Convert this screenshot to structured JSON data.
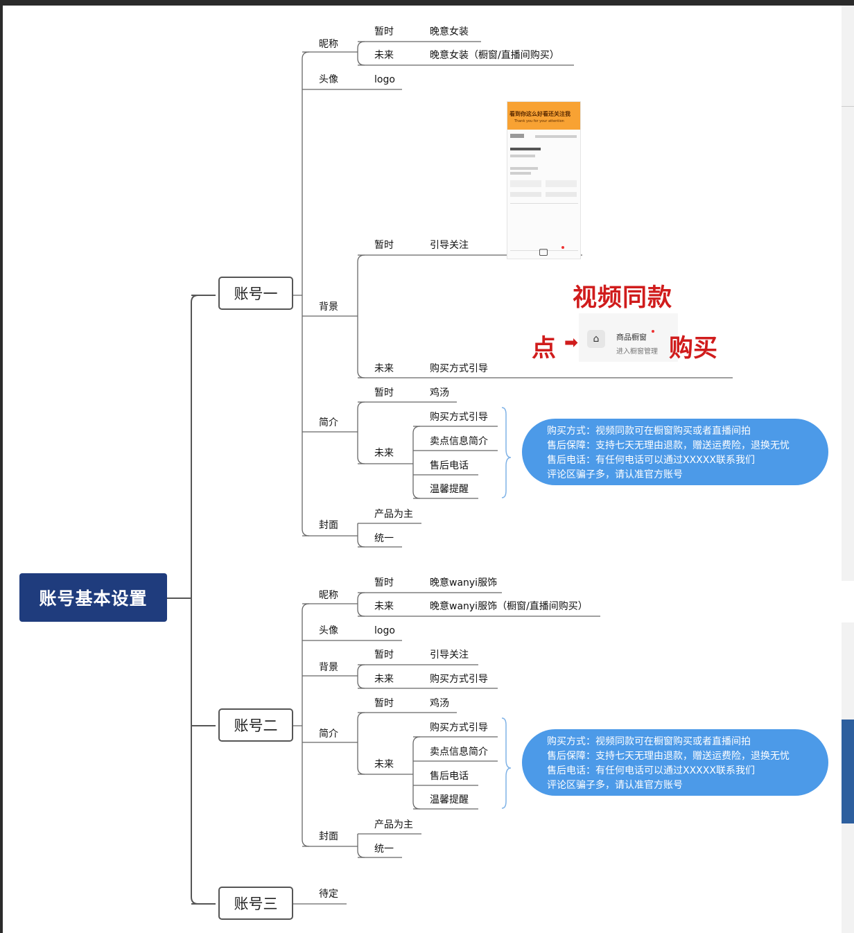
{
  "colors": {
    "root": "#1f3c7d",
    "note": "#4c9ae8",
    "accent_red": "#d01c1c",
    "line": "#555555"
  },
  "root": "账号基本设置",
  "accounts": [
    "账号一",
    "账号二",
    "账号三"
  ],
  "a1": {
    "nickname": "昵称",
    "now": "暂时",
    "future": "未来",
    "nick_now": "晚意女装",
    "nick_future": "晚意女装（橱窗/直播间购买）",
    "avatar": "头像",
    "avatar_val": "logo",
    "bg": "背景",
    "bg_now": "引导关注",
    "bg_future": "购买方式引导",
    "intro": "简介",
    "intro_now": "鸡汤",
    "intro_items": [
      "购买方式引导",
      "卖点信息简介",
      "售后电话",
      "温馨提醒"
    ],
    "cover": "封面",
    "cover_items": [
      "产品为主",
      "统一"
    ]
  },
  "a2": {
    "nick_now": "晚意wanyi服饰",
    "nick_future": "晚意wanyi服饰（橱窗/直播间购买）"
  },
  "a3": {
    "pending": "待定"
  },
  "note_lines": [
    "购买方式：视频同款可在橱窗购买或者直播间拍",
    "售后保障：支持七天无理由退款，赠送运费险，退换无忧",
    "售后电话：有任何电话可以通过XXXXX联系我们",
    "评论区骗子多，请认准官方账号"
  ],
  "graphic": {
    "video_same": "视频同款",
    "click": "点",
    "buy": "购买",
    "shop_line1": "商品橱窗",
    "shop_line2": "进入橱窗管理",
    "phone_banner": "看到你这么好看还关注我",
    "phone_sub": "Thank you for your attention"
  }
}
